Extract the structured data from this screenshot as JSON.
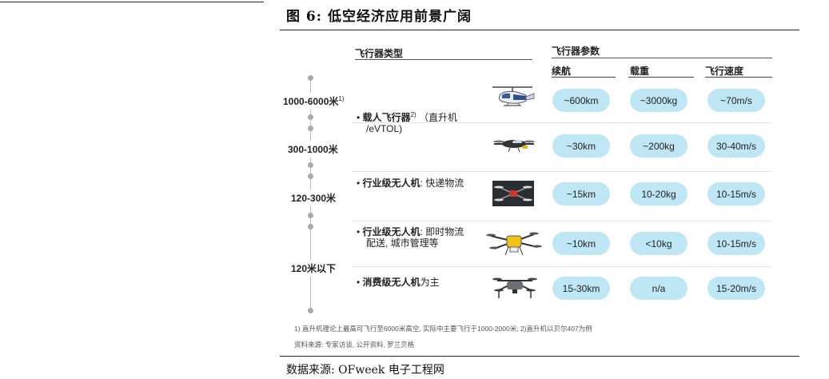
{
  "title": "图 6: 低空经济应用前景广阔",
  "source": "数据来源: OFweek 电子工程网",
  "headers": {
    "type": "飞行器类型",
    "params": "飞行器参数",
    "endurance": "续航",
    "payload": "载重",
    "speed": "飞行速度"
  },
  "altitudes": {
    "a1": "1000-6000米",
    "a1_note": "1)",
    "a2": "300-1000米",
    "a3": "120-300米",
    "a4": "120米以下"
  },
  "types": {
    "manned_bold": "载人飞行器",
    "manned_sup": "2)",
    "manned_rest": "（直升机",
    "manned_line2": "/eVTOL)",
    "logistics_bold": "行业级无人机",
    "logistics_rest": ": 快递物流",
    "instant_bold": "行业级无人机",
    "instant_rest": ": 即时物流",
    "instant_line2": "配送, 城市管理等",
    "consumer_bold": "消费级无人机",
    "consumer_rest": "为主"
  },
  "rows": [
    {
      "endurance": "~600km",
      "payload": "~3000kg",
      "speed": "~70m/s",
      "icon": "helicopter-icon"
    },
    {
      "endurance": "~30km",
      "payload": "~200kg",
      "speed": "30-40m/s",
      "icon": "evtol-icon"
    },
    {
      "endurance": "~15km",
      "payload": "10-20kg",
      "speed": "10-15m/s",
      "icon": "logistics-drone-icon"
    },
    {
      "endurance": "~10km",
      "payload": "<10kg",
      "speed": "10-15m/s",
      "icon": "industrial-drone-icon"
    },
    {
      "endurance": "15-30km",
      "payload": "n/a",
      "speed": "15-20m/s",
      "icon": "consumer-drone-icon"
    }
  ],
  "notes": {
    "footnote": "1) 直升机理论上最高可飞行至6000米高空, 实际中主要飞行于1000-2000米; 2)直升机以贝尔407为例",
    "source_note": "资料来源: 专家访谈, 公开资料, 罗兰贝格"
  },
  "colors": {
    "pill": "#bfe6f5",
    "axis": "#bbbbbb"
  }
}
